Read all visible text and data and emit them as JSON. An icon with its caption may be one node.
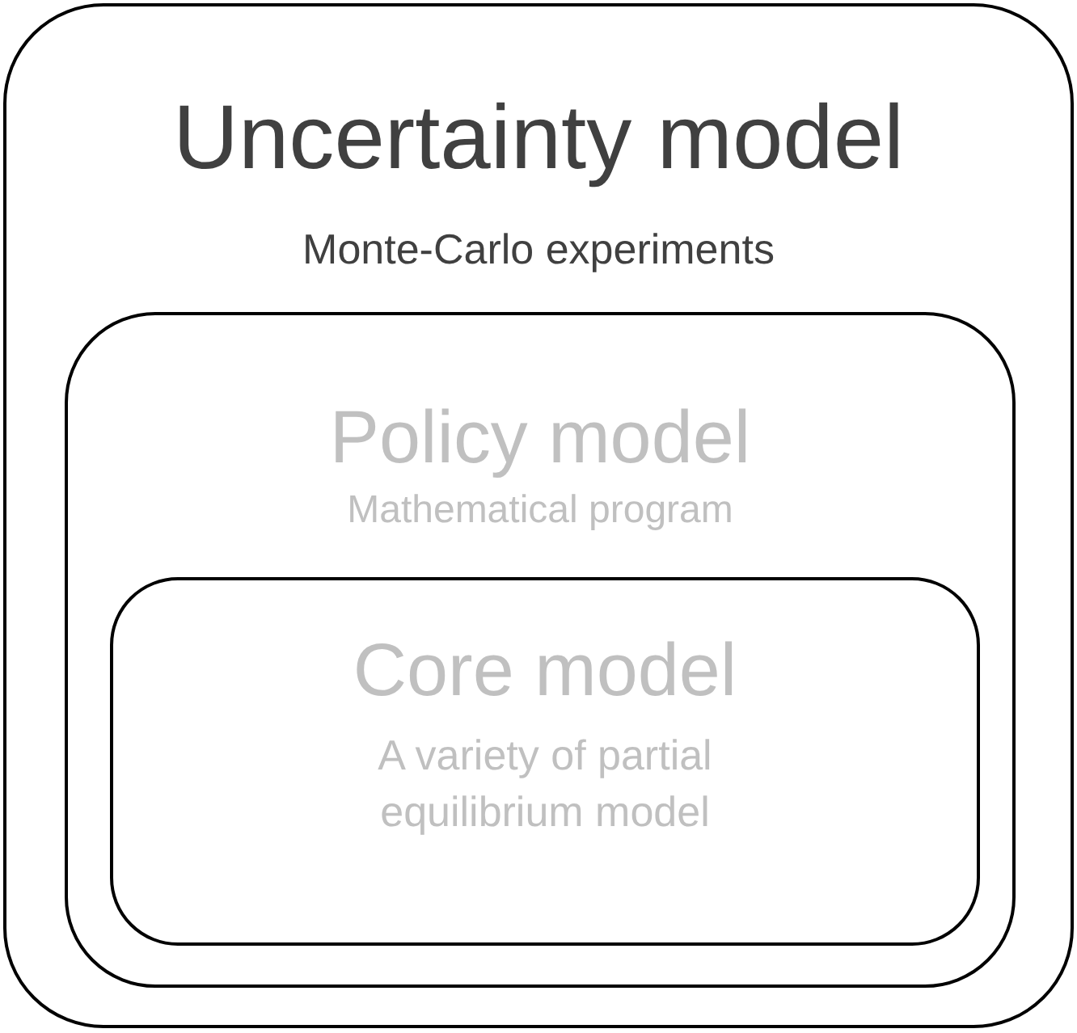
{
  "diagram": {
    "nodes": [
      {
        "text": [
          "Uncertainty model",
          "Monte-Carlo experiments"
        ]
      },
      {
        "text": [
          "Policy model",
          "Mathematical program"
        ],
        "in": 0
      },
      {
        "text": [
          "Core model",
          "A variety of partial equilibrium model"
        ],
        "in": 1
      }
    ]
  }
}
